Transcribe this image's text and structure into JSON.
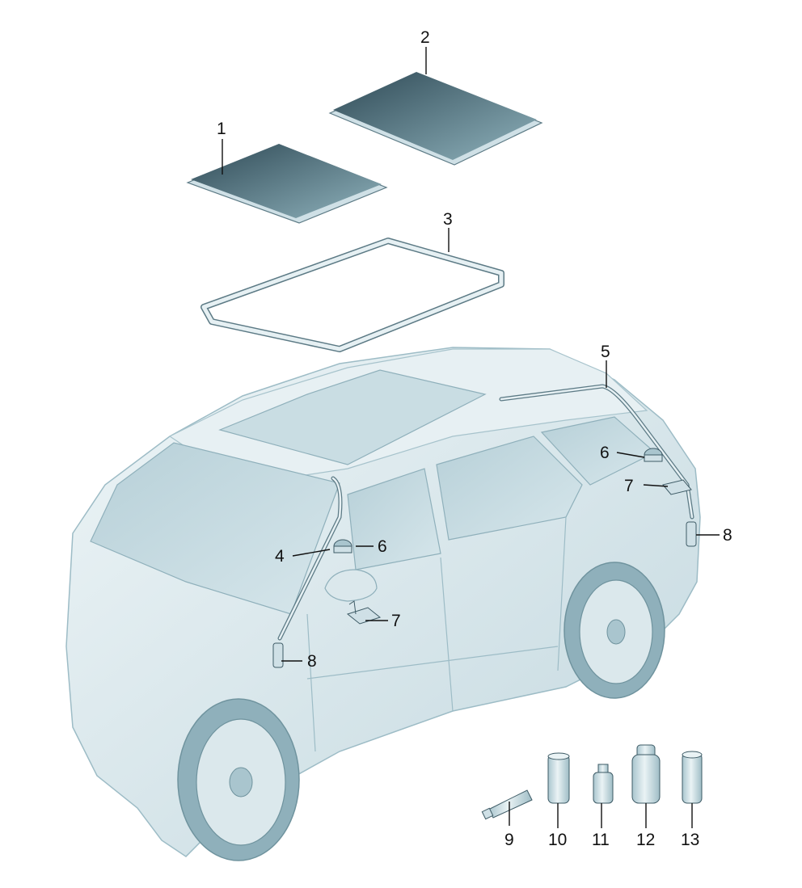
{
  "callouts": {
    "c1": "1",
    "c2": "2",
    "c3": "3",
    "c4": "4",
    "c5": "5",
    "c6a": "6",
    "c6b": "6",
    "c7a": "7",
    "c7b": "7",
    "c8a": "8",
    "c8b": "8",
    "c9": "9",
    "c10": "10",
    "c11": "11",
    "c12": "12",
    "c13": "13"
  },
  "colors": {
    "glass_dark": "#3d5a66",
    "glass_light": "#7fa3ae",
    "seal": "#cfe0e6",
    "car_fill": "#d9e7ec",
    "car_line": "#8fb0bb"
  },
  "parts": [
    {
      "callout": "1",
      "icon": "glass-panel-front-icon"
    },
    {
      "callout": "2",
      "icon": "glass-panel-rear-icon"
    },
    {
      "callout": "3",
      "icon": "roof-seal-frame-icon"
    },
    {
      "callout": "4",
      "icon": "drain-hose-front-icon"
    },
    {
      "callout": "5",
      "icon": "drain-hose-rear-icon"
    },
    {
      "callout": "6",
      "icon": "clip-icon"
    },
    {
      "callout": "7",
      "icon": "bracket-icon"
    },
    {
      "callout": "8",
      "icon": "valve-icon"
    },
    {
      "callout": "9",
      "icon": "tube-icon"
    },
    {
      "callout": "10",
      "icon": "cylinder-icon"
    },
    {
      "callout": "11",
      "icon": "small-bottle-icon"
    },
    {
      "callout": "12",
      "icon": "jar-icon"
    },
    {
      "callout": "13",
      "icon": "cylinder-icon"
    }
  ]
}
